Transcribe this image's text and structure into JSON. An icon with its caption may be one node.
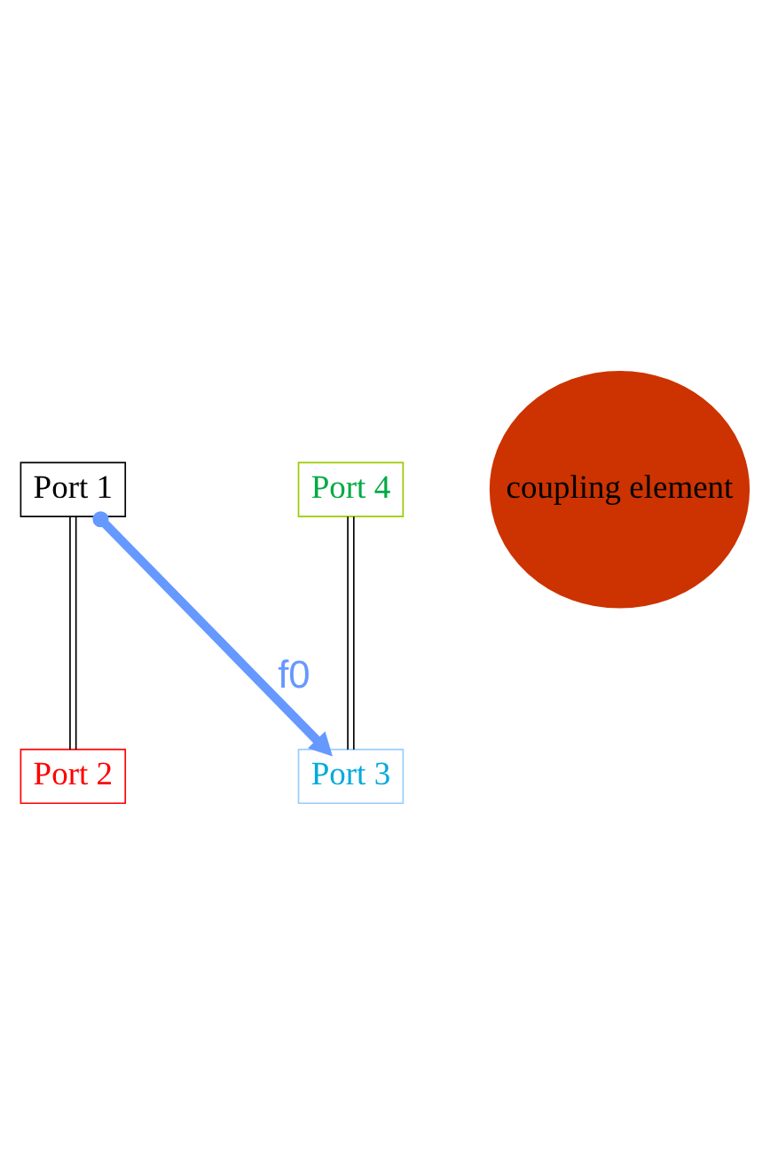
{
  "diagram": {
    "nodes": [
      {
        "text": [
          "Port 1"
        ]
      },
      {
        "text": [
          "Port 4"
        ]
      },
      {
        "text": [
          "coupling element"
        ]
      },
      {
        "text": [
          "Port 2"
        ]
      },
      {
        "text": [
          "Port 3"
        ]
      }
    ],
    "edges": [
      {
        "from": 0,
        "to": 3,
        "arrow": "none"
      },
      {
        "from": 1,
        "to": 4,
        "arrow": "none"
      },
      {
        "from": 0,
        "to": 4,
        "arrow": "to",
        "label": "f0",
        "style": "thick",
        "color": "#6699ff"
      }
    ]
  }
}
